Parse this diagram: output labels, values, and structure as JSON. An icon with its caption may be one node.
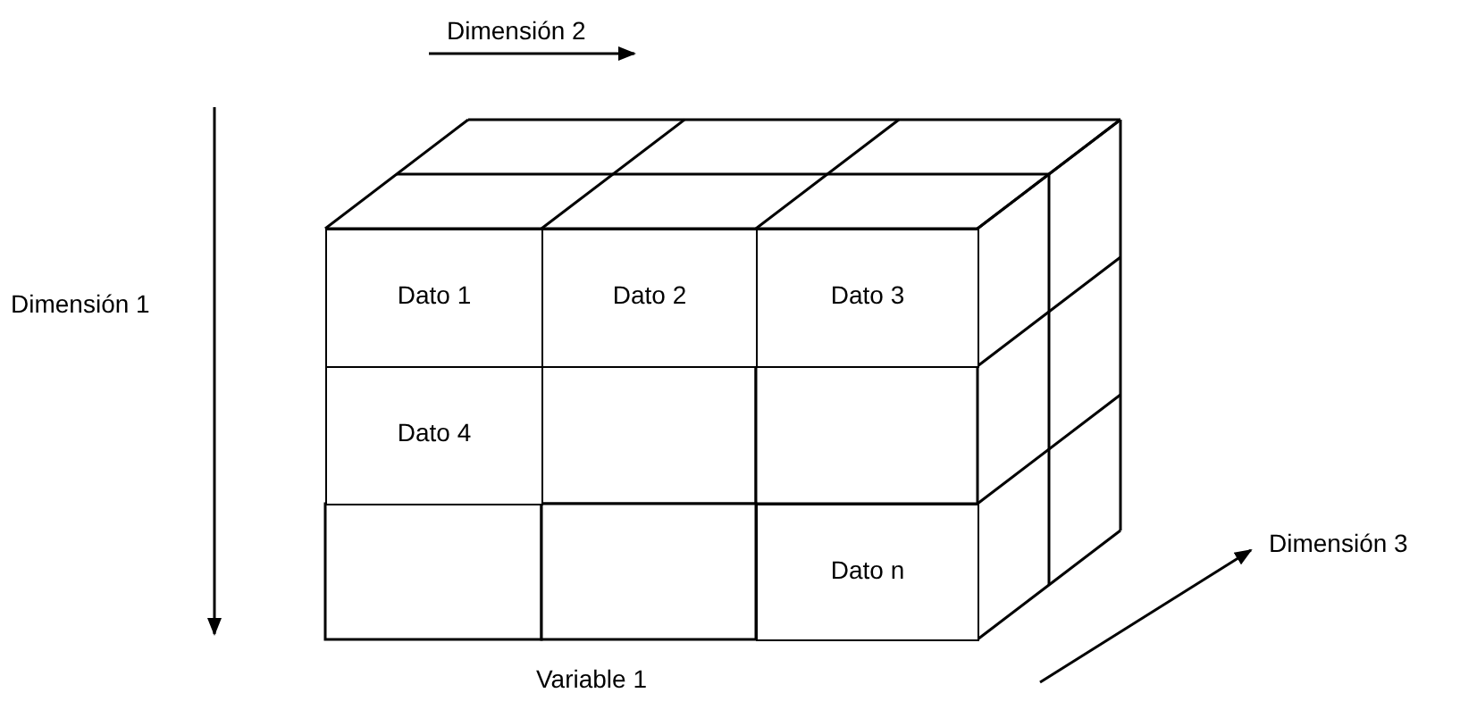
{
  "diagram": {
    "nodes": [
      {
        "text": [
          "Dato 1"
        ]
      },
      {
        "text": [
          "Dato 2"
        ]
      },
      {
        "text": [
          "Dato 3"
        ]
      },
      {
        "text": [
          "Dato 4"
        ]
      },
      {
        "text": [],
        "shape": "box"
      },
      {
        "text": [],
        "shape": "box"
      },
      {
        "text": [],
        "shape": "box"
      },
      {
        "text": [],
        "shape": "box"
      },
      {
        "text": [
          "Dato n"
        ]
      }
    ],
    "edges": [],
    "labels": [
      "Dimensión 2",
      "Dimensión 1",
      "Dimensión 3",
      "Variable 1"
    ]
  }
}
